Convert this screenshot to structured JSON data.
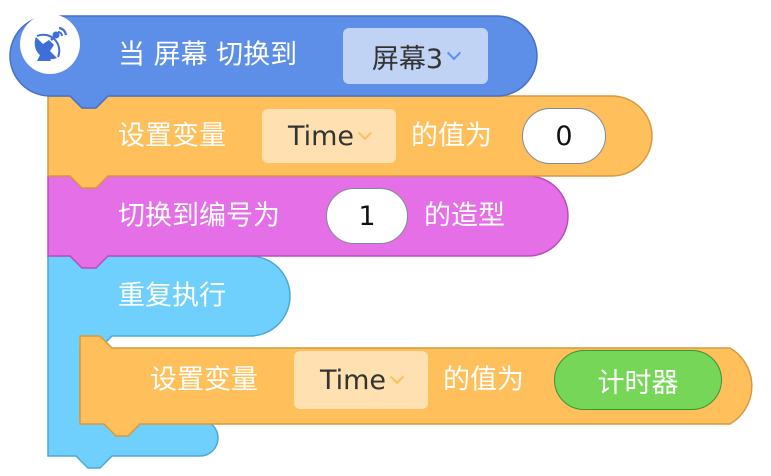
{
  "event_block": {
    "label": "当 屏幕 切换到",
    "dropdown_value": "屏幕3",
    "icon": "satellite-dish-icon"
  },
  "set_var_1": {
    "label": "设置变量",
    "variable": "Time",
    "suffix": "的值为",
    "value": "0"
  },
  "costume_block": {
    "label": "切换到编号为",
    "value": "1",
    "suffix": "的造型"
  },
  "forever_block": {
    "label": "重复执行"
  },
  "set_var_2": {
    "label": "设置变量",
    "variable": "Time",
    "suffix": "的值为",
    "reporter": "计时器"
  },
  "colors": {
    "event_fill": "#5d8ee8",
    "event_dropdown": "#c1d3f5",
    "variable_fill": "#ffbf5b",
    "variable_dropdown": "#ffe0b0",
    "looks_fill": "#e46fe6",
    "control_fill": "#6fd0fd",
    "reporter_fill": "#76d657"
  }
}
